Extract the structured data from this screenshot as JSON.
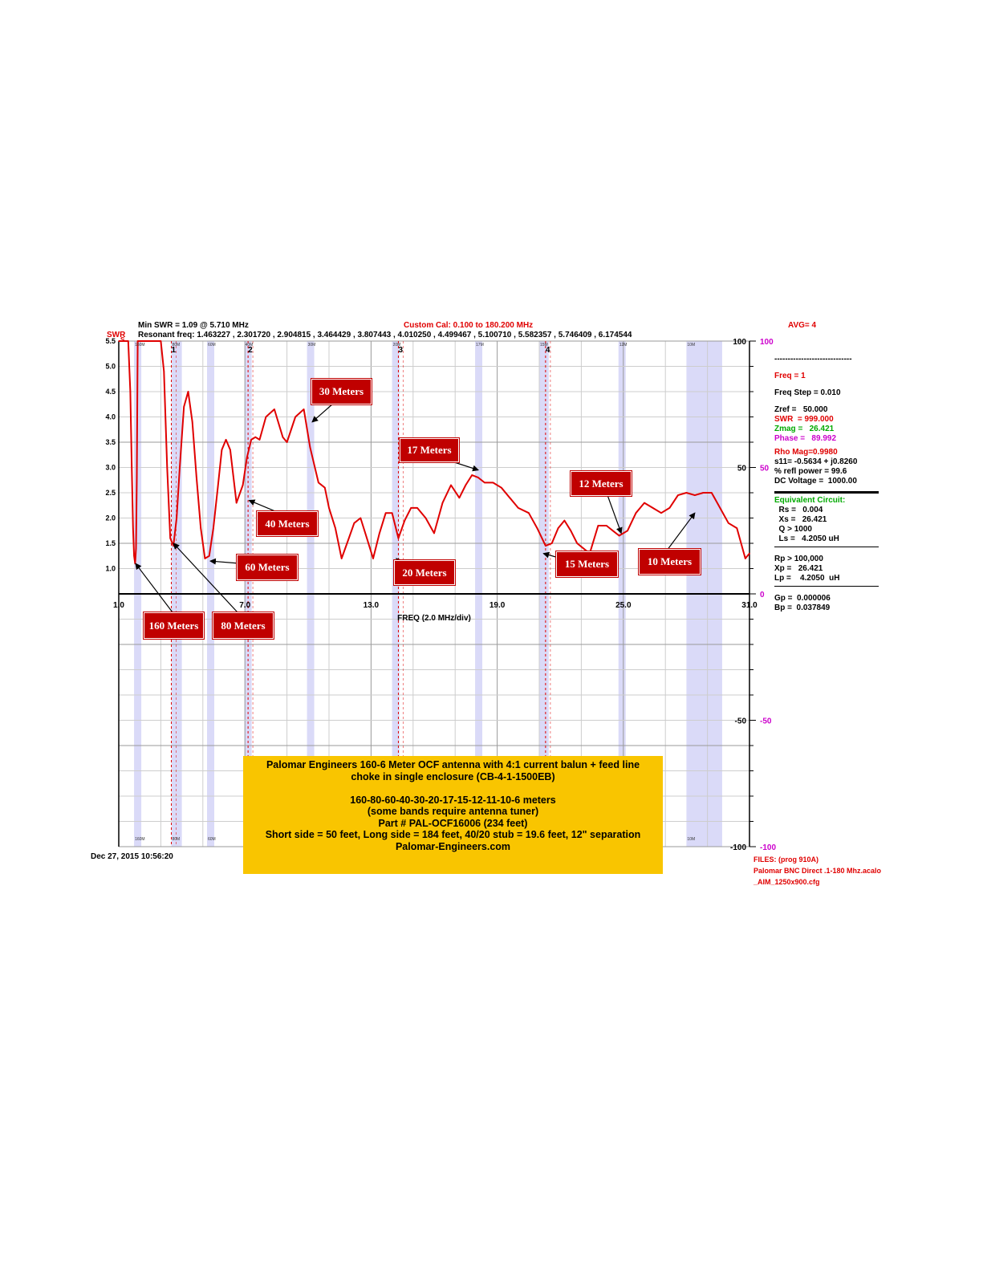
{
  "header": {
    "min_swr": "Min SWR =   1.09 @  5.710 MHz",
    "custom_cal": "Custom Cal:  0.100 to 180.200 MHz",
    "avg": "AVG=  4",
    "resonant": "Resonant freq:  1.463227 , 2.301720 , 2.904815 , 3.464429 , 3.807443 , 4.010250 , 4.499467 , 5.100710 , 5.582357 , 5.746409 , 6.174544"
  },
  "timestamp": "Dec 27, 2015  10:56:20",
  "info_panel": {
    "dashes": "-----------------------------",
    "freq": "Freq = 1",
    "freq_step": "Freq Step = 0.010",
    "zref": "Zref =   50.000",
    "swr": "SWR  = 999.000",
    "zmag": "Zmag =   26.421",
    "phase": "Phase =   89.992",
    "rho_mag": "Rho Mag=0.9980",
    "s11": "s11= -0.5634 + j0.8260",
    "refl_power": "% refl power = 99.6",
    "dc_voltage": "DC Voltage =  1000.00",
    "equiv_title": "Equivalent Circuit:",
    "rs": "  Rs =   0.004",
    "xs": "  Xs =   26.421",
    "q": "  Q > 1000",
    "ls": "  Ls =   4.2050 uH",
    "rp": "Rp > 100,000",
    "xp": "Xp =   26.421",
    "lp": "Lp =    4.2050  uH",
    "gp": "Gp =  0.000006",
    "bp": "Bp =  0.037849"
  },
  "files": [
    "FILES:  (prog 910A)",
    "Palomar BNC Direct .1-180 Mhz.acalo",
    "_AIM_1250x900.cfg"
  ],
  "note": [
    "Palomar Engineers 160-6 Meter OCF antenna with 4:1 current balun + feed line",
    "choke in single enclosure (CB-4-1-1500EB)",
    "",
    "160-80-60-40-30-20-17-15-12-11-10-6 meters",
    "(some bands require antenna tuner)",
    "Part # PAL-OCF16006 (234 feet)",
    "Short side = 50 feet, Long side = 184 feet, 40/20 stub = 19.6 feet, 12\" separation",
    "Palomar-Engineers.com"
  ],
  "callouts": [
    {
      "text": "160 Meters",
      "arrow_to_freq": 1.8,
      "arrow_to_swr": 1.1
    },
    {
      "text": "80 Meters",
      "arrow_to_freq": 3.6,
      "arrow_to_swr": 1.5
    },
    {
      "text": "60 Meters",
      "arrow_to_freq": 5.35,
      "arrow_to_swr": 1.15
    },
    {
      "text": "40 Meters",
      "arrow_to_freq": 7.2,
      "arrow_to_swr": 2.35
    },
    {
      "text": "30 Meters",
      "arrow_to_freq": 10.2,
      "arrow_to_swr": 3.9
    },
    {
      "text": "20 Meters",
      "arrow_to_freq": 14.2,
      "arrow_to_swr": 1.2
    },
    {
      "text": "17 Meters",
      "arrow_to_freq": 18.1,
      "arrow_to_swr": 2.95
    },
    {
      "text": "15 Meters",
      "arrow_to_freq": 21.2,
      "arrow_to_swr": 1.3
    },
    {
      "text": "12 Meters",
      "arrow_to_freq": 24.9,
      "arrow_to_swr": 1.7
    },
    {
      "text": "10 Meters",
      "arrow_to_freq": 28.4,
      "arrow_to_swr": 2.1
    }
  ],
  "colors": {
    "trace": "#e00000",
    "band_shade": "#dadaf8",
    "callout_bg": "#c00000",
    "note_bg": "#f9c500",
    "magenta": "#cc00cc"
  },
  "chart_data": {
    "type": "line",
    "title": "",
    "xlabel": "FREQ (2.0 MHz/div)",
    "ylabel": "SWR",
    "xlim": [
      1.0,
      31.0
    ],
    "ylim": [
      0.5,
      5.5
    ],
    "grid": true,
    "x_ticks": [
      "1.0",
      "7.0",
      "13.0",
      "19.0",
      "25.0",
      "31.0"
    ],
    "y_ticks": [
      "5.5",
      "5.0",
      "4.5",
      "4.0",
      "3.5",
      "3.0",
      "2.5",
      "2.0",
      "1.5",
      "1.0"
    ],
    "right_axis_ticks": [
      "100",
      "50",
      "0",
      "-50",
      "-100"
    ],
    "magenta_ticks": [
      "100",
      "50",
      "0",
      "-50",
      "-100"
    ],
    "ham_bands_mhz": [
      [
        1.8,
        2.0
      ],
      [
        3.5,
        4.0
      ],
      [
        5.33,
        5.41
      ],
      [
        7.0,
        7.3
      ],
      [
        10.1,
        10.15
      ],
      [
        14.0,
        14.35
      ],
      [
        18.07,
        18.17
      ],
      [
        21.0,
        21.45
      ],
      [
        24.89,
        24.99
      ],
      [
        28.0,
        29.7
      ]
    ],
    "band_top_labels": [
      "160M",
      "80M",
      "60M",
      "40M",
      "30M",
      "20M",
      "17M",
      "15M",
      "12M",
      "10M"
    ],
    "markers": [
      {
        "label": "1",
        "freq": 3.5
      },
      {
        "label": "2",
        "freq": 7.15
      },
      {
        "label": "3",
        "freq": 14.3
      },
      {
        "label": "4",
        "freq": 21.3
      }
    ],
    "series": [
      {
        "x": [
          1.0,
          1.05,
          1.15,
          1.25,
          1.35,
          1.45,
          1.55,
          1.62,
          1.68,
          1.73,
          1.78,
          1.82,
          1.86,
          1.9,
          2.0,
          2.3,
          2.7,
          3.0,
          3.15,
          3.3,
          3.45,
          3.6,
          3.75,
          3.9,
          4.1,
          4.3,
          4.5,
          4.7,
          4.9,
          5.1,
          5.3,
          5.5,
          5.71,
          5.9,
          6.1,
          6.3,
          6.6,
          6.9,
          7.1,
          7.3,
          7.5,
          7.7,
          8.0,
          8.4,
          8.8,
          9.0,
          9.4,
          9.8,
          10.1,
          10.5,
          10.8,
          11.0,
          11.3,
          11.6,
          11.9,
          12.2,
          12.5,
          12.8,
          13.1,
          13.4,
          13.7,
          14.0,
          14.3,
          14.6,
          14.9,
          15.2,
          15.6,
          16.0,
          16.4,
          16.8,
          17.2,
          17.5,
          17.8,
          18.1,
          18.4,
          18.8,
          19.2,
          19.6,
          20.0,
          20.5,
          20.9,
          21.3,
          21.6,
          21.9,
          22.2,
          22.5,
          22.8,
          23.1,
          23.4,
          23.8,
          24.2,
          24.5,
          24.8,
          25.2,
          25.6,
          26.0,
          26.4,
          26.8,
          27.2,
          27.6,
          28.0,
          28.4,
          28.8,
          29.2,
          29.6,
          30.0,
          30.4,
          30.8,
          31.0
        ],
        "y": [
          5.5,
          5.5,
          5.5,
          5.5,
          5.5,
          5.5,
          4.5,
          3.0,
          1.8,
          1.25,
          1.1,
          1.4,
          2.8,
          5.5,
          5.5,
          5.5,
          5.5,
          5.5,
          4.9,
          3.0,
          1.6,
          1.45,
          2.0,
          3.0,
          4.2,
          4.5,
          3.9,
          2.8,
          1.8,
          1.2,
          1.25,
          1.8,
          2.6,
          3.35,
          3.55,
          3.35,
          2.3,
          2.65,
          3.2,
          3.55,
          3.6,
          3.55,
          4.0,
          4.15,
          3.6,
          3.5,
          4.0,
          4.15,
          3.4,
          2.7,
          2.6,
          2.2,
          1.8,
          1.2,
          1.55,
          1.9,
          2.0,
          1.6,
          1.2,
          1.7,
          2.1,
          2.1,
          1.6,
          1.95,
          2.2,
          2.2,
          2.0,
          1.7,
          2.3,
          2.65,
          2.4,
          2.65,
          2.85,
          2.8,
          2.7,
          2.7,
          2.6,
          2.4,
          2.2,
          2.1,
          1.8,
          1.45,
          1.5,
          1.8,
          1.95,
          1.75,
          1.5,
          1.4,
          1.3,
          1.85,
          1.85,
          1.75,
          1.65,
          1.75,
          2.1,
          2.3,
          2.2,
          2.1,
          2.2,
          2.45,
          2.5,
          2.45,
          2.5,
          2.5,
          2.2,
          1.9,
          1.8,
          1.2,
          1.3
        ]
      }
    ]
  }
}
